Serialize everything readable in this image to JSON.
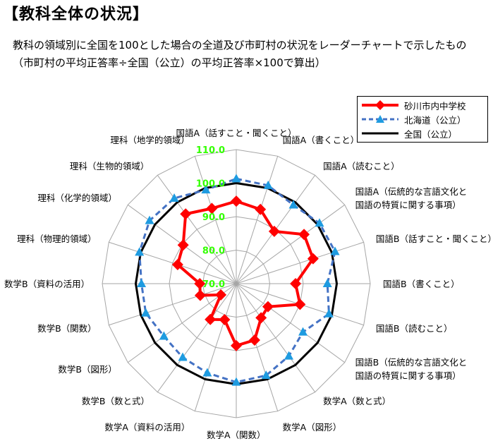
{
  "title": "【教科全体の状況】",
  "description": [
    "教科の領域別に全国を100とした場合の全道及び市町村の状況をレーダーチャートで示したもの",
    "（市町村の平均正答率÷全国（公立）の平均正答率×100で算出）"
  ],
  "chart_data": {
    "type": "radar",
    "title": "",
    "categories": [
      "国語A（話すこと・聞くこと）",
      "国語A（書くこと）",
      "国語A（読むこと）",
      "国語A（伝統的な言語文化と\n国語の特質に関する事項）",
      "国語B（話すこと・聞くこと）",
      "国語B（書くこと）",
      "国語B（読むこと）",
      "国語B（伝統的な言語文化と\n国語の特質に関する事項）",
      "数学A（数と式）",
      "数学A（図形）",
      "数学A（関数）",
      "数学A（資料の活用）",
      "数学B（数と式）",
      "数学B（図形）",
      "数学B（関数）",
      "数学B（資料の活用）",
      "理科（物理的領域）",
      "理科（化学的領域）",
      "理科（生物的領域）",
      "理科（地学的領域）"
    ],
    "rlim": [
      70,
      110
    ],
    "ticks": [
      "70.0",
      "80.0",
      "90.0",
      "100.0",
      "110.0"
    ],
    "tick_values": [
      70,
      80,
      90,
      100,
      110
    ],
    "legend_position": "top-right",
    "series": [
      {
        "name": "砂川市内中学校",
        "color": "#ff0000",
        "marker": "diamond",
        "style": "solid",
        "values": [
          94.6,
          93.3,
          89.3,
          95.0,
          94.1,
          87.7,
          90.0,
          81.7,
          82.6,
          87.7,
          88.5,
          81.3,
          83.2,
          75.7,
          81.3,
          80.9,
          88.4,
          89.6,
          95.7,
          93.6
        ]
      },
      {
        "name": "北海道（公立）",
        "color": "#4472c4",
        "marker_color": "#1e9be0",
        "marker": "triangle",
        "style": "dashed",
        "values": [
          101.3,
          100.8,
          99.0,
          100.7,
          101.0,
          97.2,
          99.1,
          94.6,
          96.7,
          98.8,
          99.4,
          98.0,
          97.2,
          96.7,
          98.4,
          98.3,
          100.4,
          102.0,
          101.5,
          99.4
        ]
      },
      {
        "name": "全国（公立）",
        "color": "#000000",
        "marker": "none",
        "style": "solid",
        "values": [
          100,
          100,
          100,
          100,
          100,
          100,
          100,
          100,
          100,
          100,
          100,
          100,
          100,
          100,
          100,
          100,
          100,
          100,
          100,
          100
        ]
      }
    ]
  }
}
